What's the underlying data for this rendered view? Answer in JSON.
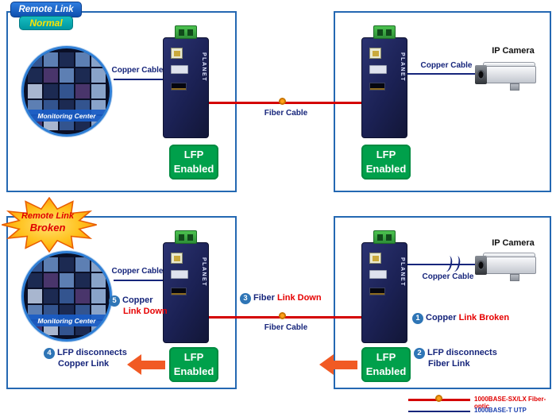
{
  "badge_normal": {
    "line1": "Remote Link",
    "line2": "Normal"
  },
  "badge_broken": {
    "line1": "Remote Link",
    "line2": "Broken"
  },
  "labels": {
    "copper_cable": "Copper Cable",
    "fiber_cable": "Fiber Cable",
    "ip_camera": "IP Camera",
    "monitoring_center": "Monitoring Center",
    "planet": "PLANET"
  },
  "lfp": {
    "line1": "LFP",
    "line2": "Enabled"
  },
  "steps": {
    "s1": {
      "num": "1",
      "dark": "Copper",
      "red": "Link Broken"
    },
    "s2": {
      "num": "2",
      "line1": "LFP disconnects",
      "line2": "Fiber Link"
    },
    "s3": {
      "num": "3",
      "dark": "Fiber",
      "red": "Link Down"
    },
    "s4": {
      "num": "4",
      "line1": "LFP disconnects",
      "line2": "Copper Link"
    },
    "s5": {
      "num": "5",
      "dark": "Copper",
      "red": "Link Down"
    }
  },
  "legend": {
    "fiber": "1000BASE-SX/LX Fiber-optic",
    "utp": "1000BASE-T UTP"
  },
  "colors": {
    "fiber_red": "#d40000",
    "copper_blue": "#16257b",
    "lfp_green": "#00a04b",
    "arrow_orange": "#f15a24",
    "panel_border": "#2468b2",
    "step_circle": "#2e75b6",
    "fiber_dot_orange": "#ffa019"
  }
}
